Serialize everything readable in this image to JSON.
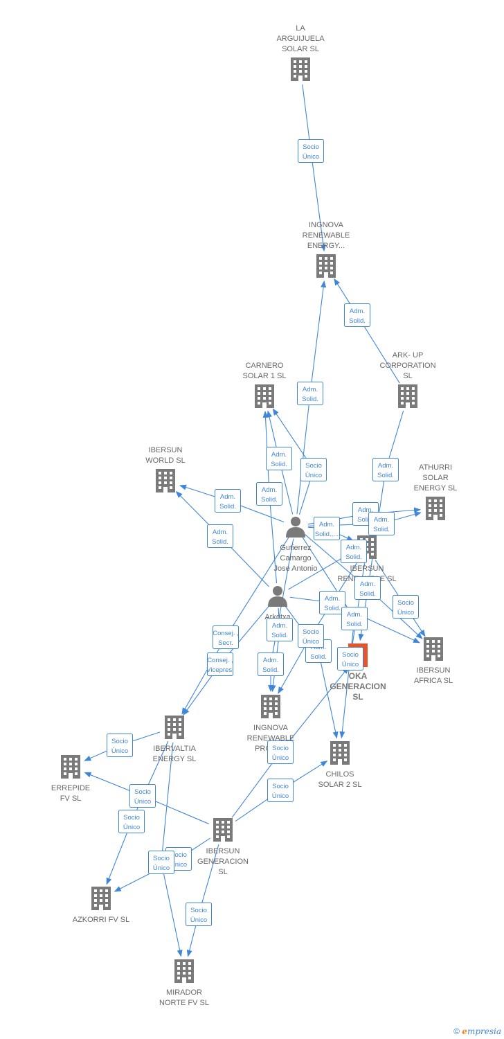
{
  "nodes": [
    {
      "id": "arguijuela",
      "type": "company",
      "label": [
        "LA",
        "ARGUIJUELA",
        "SOLAR  SL"
      ]
    },
    {
      "id": "ingnova_energy",
      "type": "company",
      "label": [
        "INGNOVA",
        "RENEWABLE",
        "ENERGY..."
      ]
    },
    {
      "id": "arkup",
      "type": "company",
      "label": [
        "ARK- UP",
        "CORPORATION",
        "SL"
      ]
    },
    {
      "id": "carnero",
      "type": "company",
      "label": [
        "CARNERO",
        "SOLAR 1  SL"
      ]
    },
    {
      "id": "ibersun_world",
      "type": "company",
      "label": [
        "IBERSUN",
        "WORLD  SL"
      ]
    },
    {
      "id": "athurri",
      "type": "company",
      "label": [
        "ATHURRI",
        "SOLAR",
        "ENERGY  SL"
      ]
    },
    {
      "id": "gutierrez",
      "type": "person",
      "label": [
        "Gutierrez",
        "Camargo",
        "Jose Antonio"
      ]
    },
    {
      "id": "ibersun_renewable",
      "type": "company",
      "label": [
        "IBERSUN",
        "RENEWABLE  SL"
      ]
    },
    {
      "id": "arkotxa",
      "type": "person",
      "label": [
        "Arkotxa",
        "Pi..."
      ]
    },
    {
      "id": "oka",
      "type": "company_focus",
      "label": [
        "OKA",
        "GENERACION",
        "SL"
      ]
    },
    {
      "id": "ibersun_africa",
      "type": "company",
      "label": [
        "IBERSUN",
        "AFRICA  SL"
      ]
    },
    {
      "id": "ingnova_projects",
      "type": "company",
      "label": [
        "INGNOVA",
        "RENEWABLE",
        "PROJE..."
      ]
    },
    {
      "id": "ibervaltia",
      "type": "company",
      "label": [
        "IBERVALTIA",
        "ENERGY  SL"
      ]
    },
    {
      "id": "errepide",
      "type": "company",
      "label": [
        "ERREPIDE",
        "FV  SL"
      ]
    },
    {
      "id": "chilos",
      "type": "company",
      "label": [
        "CHILOS",
        "SOLAR 2  SL"
      ]
    },
    {
      "id": "ibersun_generacion",
      "type": "company",
      "label": [
        "IBERSUN",
        "GENERACION",
        "SL"
      ]
    },
    {
      "id": "azkorri",
      "type": "company",
      "label": [
        "AZKORRI FV  SL"
      ]
    },
    {
      "id": "mirador",
      "type": "company",
      "label": [
        "MIRADOR",
        "NORTE FV  SL"
      ]
    }
  ],
  "edges": [
    {
      "from": "arguijuela",
      "to": "ingnova_energy",
      "label": [
        "Socio",
        "Único"
      ]
    },
    {
      "from": "arkup",
      "to": "ingnova_energy",
      "label": [
        "Adm.",
        "Solid."
      ]
    },
    {
      "from": "gutierrez",
      "to": "ingnova_energy",
      "label": [
        "Adm.",
        "Solid."
      ]
    },
    {
      "from": "gutierrez",
      "to": "carnero",
      "label": [
        "Adm.",
        "Solid."
      ]
    },
    {
      "from": "gutierrez",
      "to": "carnero",
      "label": [
        "Socio",
        "Único"
      ]
    },
    {
      "from": "arkotxa",
      "to": "carnero",
      "label": [
        "Adm.",
        "Solid."
      ]
    },
    {
      "from": "gutierrez",
      "to": "ibersun_world",
      "label": [
        "Adm.",
        "Solid."
      ]
    },
    {
      "from": "arkotxa",
      "to": "ibersun_world",
      "label": [
        "Adm.",
        "Solid."
      ]
    },
    {
      "from": "gutierrez",
      "to": "athurri",
      "label": [
        "Adm.",
        "Solid."
      ]
    },
    {
      "from": "gutierrez",
      "to": "athurri",
      "label": [
        "Adm.",
        "Solid."
      ]
    },
    {
      "from": "gutierrez",
      "to": "ibersun_renewable",
      "label": [
        "Adm.",
        "Solid.,..."
      ]
    },
    {
      "from": "arkup",
      "to": "oka",
      "label": [
        "Adm.",
        "Solid."
      ]
    },
    {
      "from": "arkotxa",
      "to": "ibersun_renewable",
      "label": [
        "Adm.",
        "Solid."
      ]
    },
    {
      "from": "arkotxa",
      "to": "ibersun_africa",
      "label": [
        "Adm.",
        "Solid."
      ]
    },
    {
      "from": "ibersun_renewable",
      "to": "ibersun_africa",
      "label": [
        "Socio",
        "Único"
      ]
    },
    {
      "from": "gutierrez",
      "to": "ibersun_africa",
      "label": [
        "Adm.",
        "Solid."
      ]
    },
    {
      "from": "gutierrez",
      "to": "chilos",
      "label": [
        "Adm.",
        "Solid."
      ]
    },
    {
      "from": "ibersun_renewable",
      "to": "oka",
      "label": [
        "Socio",
        "Único"
      ]
    },
    {
      "from": "arkotxa",
      "to": "chilos",
      "label": [
        "Adm.",
        "Solid."
      ]
    },
    {
      "from": "arkotxa",
      "to": "ingnova_projects",
      "label": [
        "Adm.",
        "Solid."
      ]
    },
    {
      "from": "gutierrez",
      "to": "ingnova_projects",
      "label": [
        "Adm.",
        "Solid."
      ]
    },
    {
      "from": "ibersun_renewable",
      "to": "ingnova_projects",
      "label": [
        "Socio",
        "Único"
      ]
    },
    {
      "from": "gutierrez",
      "to": "ibervaltia",
      "label": [
        "Consej. ,",
        "Secr."
      ]
    },
    {
      "from": "arkotxa",
      "to": "ibervaltia",
      "label": [
        "Consej. ,",
        "Vicepres."
      ]
    },
    {
      "from": "ibervaltia",
      "to": "errepide",
      "label": [
        "Socio",
        "Único"
      ]
    },
    {
      "from": "ibersun_generacion",
      "to": "chilos",
      "label": [
        "Socio",
        "Único"
      ]
    },
    {
      "from": "ibersun_generacion",
      "to": "errepide",
      "label": [
        "Socio",
        "Único"
      ]
    },
    {
      "from": "ibersun_generacion",
      "to": "oka",
      "label": [
        "Socio",
        "Único"
      ]
    },
    {
      "from": "ibervaltia",
      "to": "azkorri",
      "label": [
        "Socio",
        "Único"
      ]
    },
    {
      "from": "ibersun_generacion",
      "to": "azkorri",
      "label": [
        "Socio",
        "Único"
      ]
    },
    {
      "from": "ibersun_generacion",
      "to": "mirador",
      "label": [
        "Socio",
        "Único"
      ]
    },
    {
      "from": "ibervaltia",
      "to": "mirador",
      "label": [
        "Socio",
        "Único"
      ]
    }
  ],
  "colors": {
    "edge": "#3f86d8",
    "node": "#7a7a7a",
    "focus": "#e8532a"
  },
  "footer": {
    "copyright": "©",
    "brand_initial": "e",
    "brand_rest": "mpresia"
  }
}
